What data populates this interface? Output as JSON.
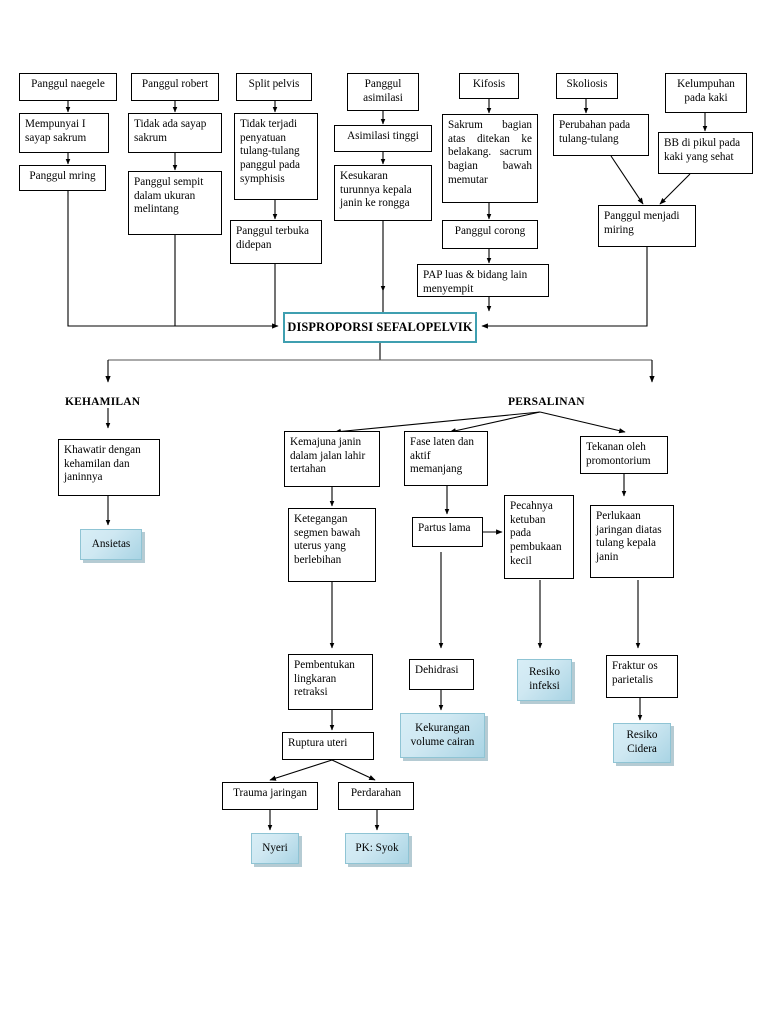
{
  "title": "Pathway Disproporsi Sefalopelvik",
  "colors": {
    "root_border": "#3f9fb0",
    "outcome_fill_light": "#d8eef6",
    "outcome_fill_dark": "#a9d4e4",
    "box_border": "#000000",
    "line": "#000000"
  },
  "root": {
    "label": "DISPROPORSI SEFALOPELVIK"
  },
  "branch_labels": {
    "left": "KEHAMILAN",
    "right": "PERSALINAN"
  },
  "causes": [
    {
      "id": "col-naegele",
      "steps": [
        "Panggul naegele",
        "Mempunyai I sayap sakrum",
        "Panggul mring"
      ]
    },
    {
      "id": "col-robert",
      "steps": [
        "Panggul robert",
        "Tidak ada sayap sakrum",
        "Panggul sempit dalam ukuran melintang"
      ]
    },
    {
      "id": "col-split-pelvis",
      "steps": [
        "Split pelvis",
        "Tidak terjadi penyatuan tulang-tulang panggul pada symphisis",
        "Panggul terbuka didepan"
      ]
    },
    {
      "id": "col-asimilasi",
      "steps": [
        "Panggul asimilasi",
        "Asimilasi tinggi",
        "Kesukaran turunnya kepala janin ke rongga"
      ]
    },
    {
      "id": "col-kifosis",
      "steps": [
        "Kifosis",
        "Sakrum bagian atas ditekan ke belakang. sacrum bagian bawah memutar",
        "Panggul corong",
        "PAP luas & bidang lain menyempit"
      ]
    },
    {
      "id": "col-skoliosis",
      "steps": [
        "Skoliosis",
        "Perubahan pada tulang-tulang"
      ]
    },
    {
      "id": "col-kelumpuhan",
      "steps": [
        "Kelumpuhan pada kaki",
        "BB di pikul pada kaki yang sehat"
      ]
    }
  ],
  "merge_node": {
    "label": "Panggul menjadi miring"
  },
  "kehamilan_chain": [
    {
      "label": "Khawatir dengan kehamilan dan janinnya",
      "style": "plain"
    },
    {
      "label": "Ansietas",
      "style": "outcome"
    }
  ],
  "persalinan": [
    {
      "id": "p1",
      "chain": [
        {
          "label": "Kemajuna janin dalam jalan lahir tertahan",
          "style": "plain"
        },
        {
          "label": "Ketegangan segmen bawah uterus yang berlebihan",
          "style": "plain"
        },
        {
          "label": "Pembentukan lingkaran retraksi",
          "style": "plain"
        },
        {
          "label": "Ruptura uteri",
          "style": "plain"
        }
      ]
    },
    {
      "id": "p2",
      "chain": [
        {
          "label": "Fase laten dan aktif memanjang",
          "style": "plain"
        },
        {
          "label": "Partus lama",
          "style": "plain"
        },
        {
          "label": "Dehidrasi",
          "style": "plain"
        },
        {
          "label": "Kekurangan volume cairan",
          "style": "outcome"
        }
      ]
    },
    {
      "id": "p3",
      "chain": [
        {
          "label": "Pecahnya ketuban pada pembukaan kecil",
          "style": "plain"
        },
        {
          "label": "Resiko infeksi",
          "style": "outcome"
        }
      ]
    },
    {
      "id": "p4",
      "chain": [
        {
          "label": "Tekanan oleh promontorium",
          "style": "plain"
        },
        {
          "label": "Perlukaan jaringan diatas tulang kepala janin",
          "style": "plain"
        },
        {
          "label": "Fraktur os parietalis",
          "style": "plain"
        },
        {
          "label": "Resiko Cidera",
          "style": "outcome"
        }
      ]
    }
  ],
  "ruptura_children": [
    {
      "label": "Trauma jaringan",
      "outcome": "Nyeri"
    },
    {
      "label": "Perdarahan",
      "outcome": "PK: Syok"
    }
  ]
}
